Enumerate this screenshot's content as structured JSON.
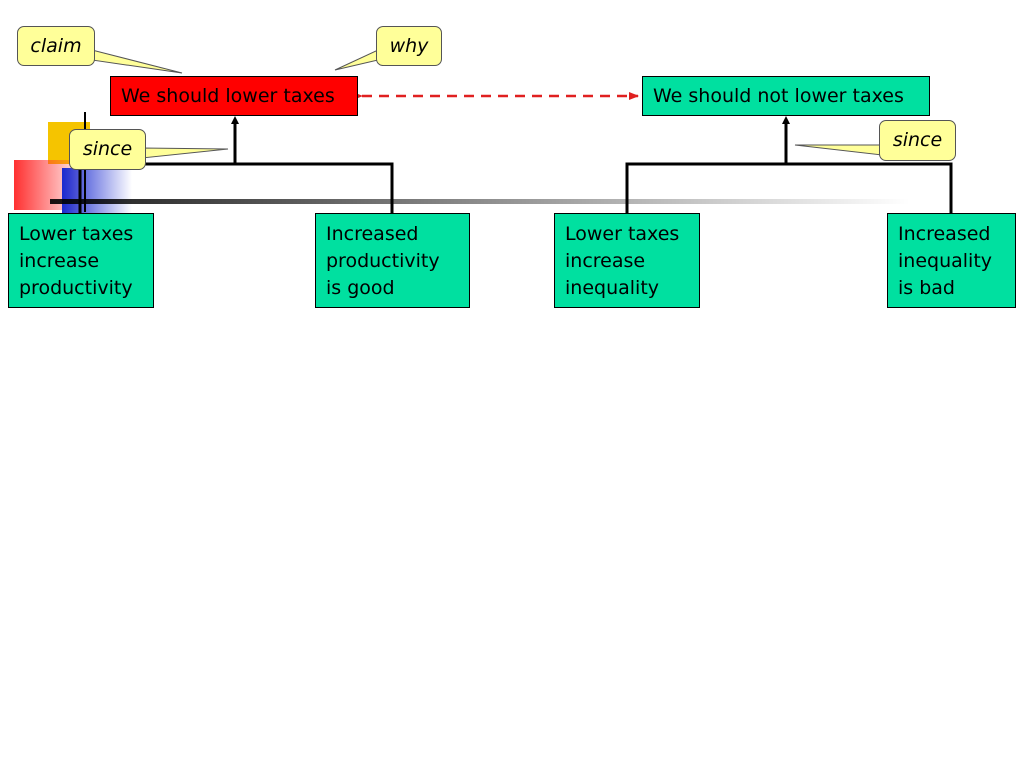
{
  "diagram": {
    "claims": {
      "main": "We should lower taxes",
      "counter": "We should not lower taxes"
    },
    "premises": [
      {
        "id": "p1",
        "text": "Lower taxes\nincrease\nproductivity"
      },
      {
        "id": "p2",
        "text": "Increased\nproductivity\nis good"
      },
      {
        "id": "p3",
        "text": "Lower taxes\nincrease\ninequality"
      },
      {
        "id": "p4",
        "text": "Increased\ninequality\nis bad"
      }
    ],
    "callouts": {
      "claim": "claim",
      "why": "why",
      "since_left": "since",
      "since_right": "since"
    },
    "colors": {
      "main_claim": "#ff0000",
      "box_green": "#00e0a0",
      "callout_fill": "#ffff99",
      "conflict_arrow": "#e02020"
    }
  }
}
